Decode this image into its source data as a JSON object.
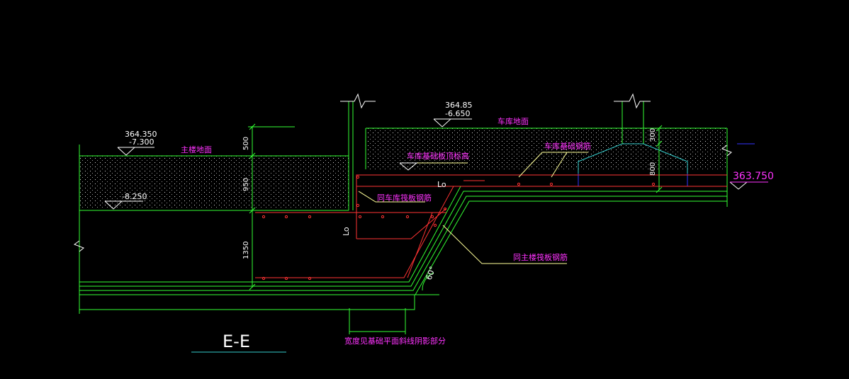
{
  "colors": {
    "background": "#000000",
    "concrete_outline": "#33ff33",
    "hatch": "#ffffff",
    "rebar": "#ff3333",
    "dimension": "#33ff33",
    "text_white": "#ffffff",
    "text_magenta": "#ff33ff",
    "leader": "#ffff66",
    "section_underline": "#33cccc",
    "cyan_outline": "#33cccc",
    "blue_line": "#3333ff"
  },
  "levels": {
    "main_floor_elev": "364.350",
    "main_floor_rel": "-7.300",
    "main_bottom_rel": "-8.250",
    "garage_floor_elev": "364.85",
    "garage_floor_rel": "-6.650",
    "right_elev": "363.750"
  },
  "labels": {
    "main_floor": "主楼地面",
    "garage_floor": "车库地面",
    "garage_base_top": "车库基础板顶标高",
    "garage_slab_rebar": "车库基础钢筋",
    "same_garage_rebar": "同车库筏板钢筋",
    "same_main_rebar": "同主楼筏板钢筋",
    "width_note": "宽度见基础平面斜线阴影部分"
  },
  "dimensions": {
    "d500_left": "500",
    "d950": "950",
    "d1350": "1350",
    "d300_right": "300",
    "d800": "800",
    "lo_horizontal": "Lo",
    "lo_vertical": "Lo",
    "angle": "60°"
  },
  "section_title": "E-E"
}
